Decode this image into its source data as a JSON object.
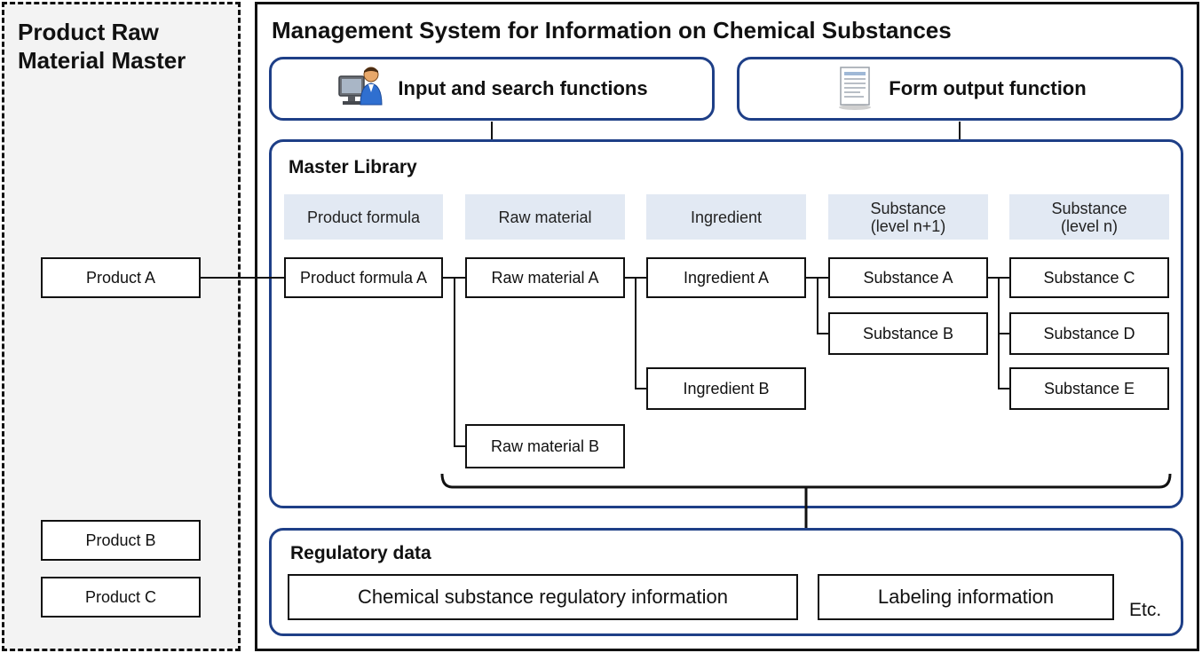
{
  "left_panel": {
    "title_line1": "Product Raw",
    "title_line2": "Material Master"
  },
  "products": [
    "Product A",
    "Product B",
    "Product C"
  ],
  "system": {
    "title": "Management System for Information on Chemical Substances"
  },
  "functions": {
    "input_search": {
      "label": "Input and search functions",
      "icon": "user-computer-icon"
    },
    "form_output": {
      "label": "Form output function",
      "icon": "document-icon"
    }
  },
  "master_library": {
    "title": "Master Library",
    "columns": [
      {
        "line1": "Product formula",
        "line2": ""
      },
      {
        "line1": "Raw material",
        "line2": ""
      },
      {
        "line1": "Ingredient",
        "line2": ""
      },
      {
        "line1": "Substance",
        "line2": "(level n+1)"
      },
      {
        "line1": "Substance",
        "line2": "(level n)"
      }
    ],
    "nodes": {
      "product_formula_a": "Product formula A",
      "raw_material_a": "Raw material A",
      "raw_material_b": "Raw material B",
      "ingredient_a": "Ingredient A",
      "ingredient_b": "Ingredient B",
      "substance_a": "Substance A",
      "substance_b": "Substance B",
      "substance_c": "Substance C",
      "substance_d": "Substance D",
      "substance_e": "Substance E"
    }
  },
  "regulatory": {
    "title": "Regulatory data",
    "items": [
      "Chemical substance regulatory information",
      "Labeling information"
    ],
    "etc": "Etc."
  },
  "colors": {
    "accent_border": "#1e3f87",
    "header_fill": "#e2e9f3",
    "panel_fill": "#f3f3f3"
  }
}
